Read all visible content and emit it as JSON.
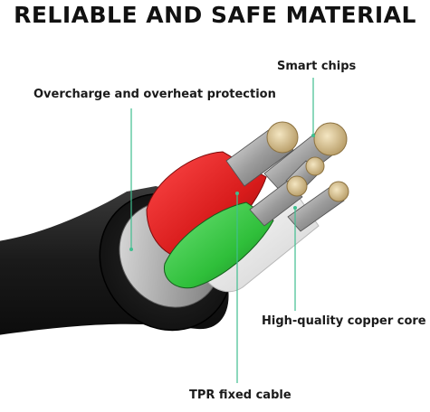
{
  "headline": "RELIABLE AND SAFE MATERIAL",
  "callouts": {
    "smart_chips": "Smart chips",
    "overcharge": "Overcharge and overheat protection",
    "copper_core": "High-quality copper core",
    "tpr_cable": "TPR fixed cable"
  },
  "colors": {
    "jacket": "#1e1e1e",
    "shield": "#bfbfbf",
    "red_wire": "#d81b1b",
    "green_wire": "#2fbf3a",
    "white_wire": "#f2f2f2",
    "copper": "#c9b38a",
    "leader_line": "#3fbf8f"
  }
}
